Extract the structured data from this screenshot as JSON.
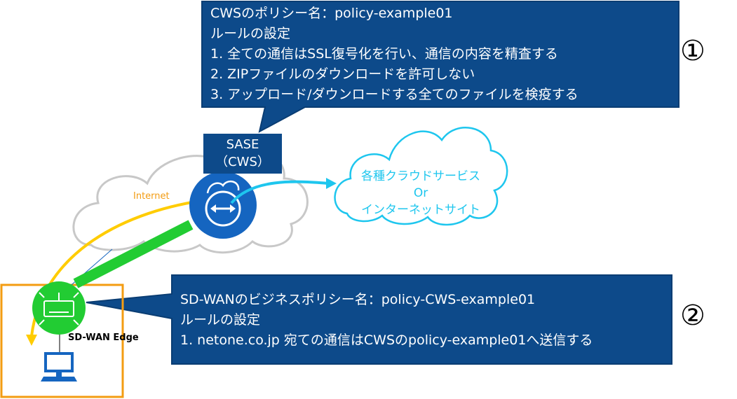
{
  "callout1": {
    "lines": [
      "CWSのポリシー名：policy-example01",
      "ルールの設定",
      "1. 全ての通信はSSL復号化を行い、通信の内容を精査する",
      "2. ZIPファイルのダウンロードを許可しない",
      "3. アップロード/ダウンロードする全てのファイルを検疫する"
    ]
  },
  "callout2": {
    "lines": [
      "SD-WANのビジネスポリシー名：policy-CWS-example01",
      "ルールの設定",
      "1. netone.co.jp 宛ての通信はCWSのpolicy-example01へ送信する"
    ]
  },
  "markers": {
    "one": "①",
    "two": "②"
  },
  "sase": {
    "line1": "SASE",
    "line2": "（CWS）"
  },
  "cloud_services": {
    "line1": "各種クラウドサービス",
    "line2": "Or",
    "line3": "インターネットサイト"
  },
  "internet_label": "Internet",
  "edge_label": "SD-WAN Edge",
  "colors": {
    "callout_bg": "#0d4a8a",
    "callout_border": "#0a3d73",
    "yellow_path": "#ffcc00",
    "green_path": "#22cc33",
    "cyan_path": "#1ec6ee",
    "edge_box": "#f39c12",
    "sase_circle": "#1565c0",
    "edge_circle": "#22cc33",
    "cloud_outline": "#c8c8c8"
  },
  "icons": [
    "cloud-icon",
    "router-icon",
    "sd-wan-edge-icon",
    "computer-icon",
    "arrow-icon"
  ]
}
